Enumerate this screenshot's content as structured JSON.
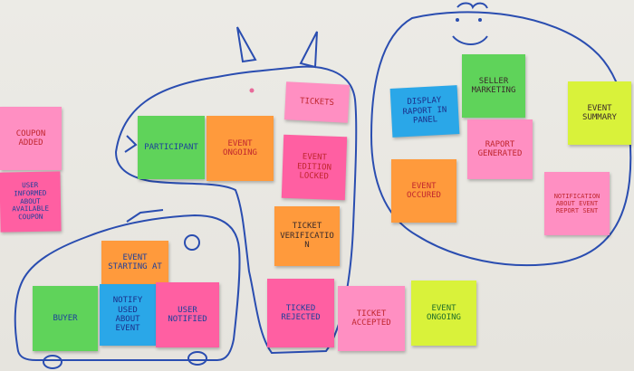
{
  "colors": {
    "pink": "#ff5fa2",
    "orange": "#ff9a3c",
    "green": "#5fd35a",
    "lime": "#d9f23a",
    "blue": "#2aa7e8",
    "light_pink": "#ff8fc2",
    "marker": "#2a4db0"
  },
  "notes": [
    {
      "id": "coupon-added",
      "text": "Coupon added",
      "color": "light_pink"
    },
    {
      "id": "user-informed",
      "text": "User informed about available coupon",
      "color": "pink"
    },
    {
      "id": "participant",
      "text": "Participant",
      "color": "green"
    },
    {
      "id": "event-ongoing-top",
      "text": "Event ongoing",
      "color": "orange"
    },
    {
      "id": "tickets",
      "text": "Tickets",
      "color": "light_pink"
    },
    {
      "id": "event-edition-locked",
      "text": "Event edition locked",
      "color": "pink"
    },
    {
      "id": "ticket-verification",
      "text": "Ticket verification",
      "color": "orange"
    },
    {
      "id": "ticked-rejected",
      "text": "Ticked rejected",
      "color": "pink"
    },
    {
      "id": "ticket-accepted",
      "text": "Ticket accepted",
      "color": "light_pink"
    },
    {
      "id": "event-ongoing-bottom",
      "text": "Event ongoing",
      "color": "lime"
    },
    {
      "id": "display-report",
      "text": "Display raport in panel",
      "color": "blue"
    },
    {
      "id": "seller-marketing",
      "text": "Seller marketing",
      "color": "green"
    },
    {
      "id": "raport-generated",
      "text": "Raport generated",
      "color": "light_pink"
    },
    {
      "id": "event-occured",
      "text": "Event occured",
      "color": "orange"
    },
    {
      "id": "event-summary",
      "text": "Event summary",
      "color": "lime"
    },
    {
      "id": "notification-report",
      "text": "Notification about event report sent",
      "color": "light_pink"
    },
    {
      "id": "event-starting",
      "text": "Event starting at",
      "color": "orange"
    },
    {
      "id": "buyer",
      "text": "Buyer",
      "color": "green"
    },
    {
      "id": "notify-used",
      "text": "Notify used about event",
      "color": "blue"
    },
    {
      "id": "user-notified",
      "text": "User notified",
      "color": "pink"
    }
  ]
}
